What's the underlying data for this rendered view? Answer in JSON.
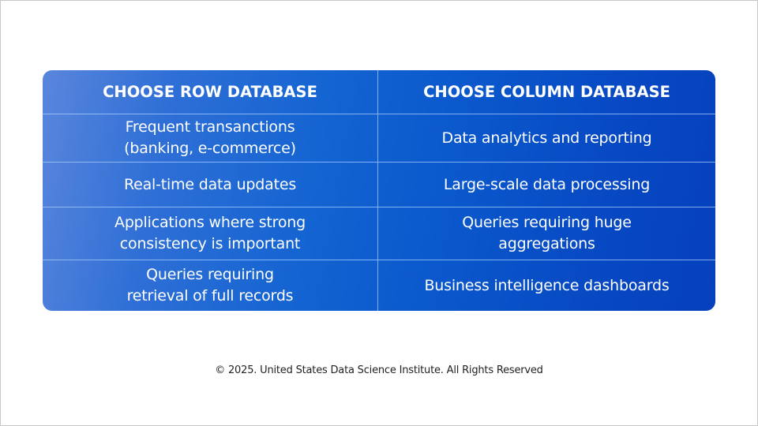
{
  "table": {
    "headers": [
      "CHOOSE ROW DATABASE",
      "CHOOSE COLUMN DATABASE"
    ],
    "rows": [
      {
        "row_database": "Frequent transanctions\n(banking, e-commerce)",
        "column_database": "Data analytics and reporting"
      },
      {
        "row_database": "Real-time data updates",
        "column_database": "Large-scale data processing"
      },
      {
        "row_database": "Applications where strong\nconsistency is important",
        "column_database": "Queries requiring huge\naggregations"
      },
      {
        "row_database": "Queries requiring\nretrieval of full records",
        "column_database": "Business intelligence dashboards"
      }
    ]
  },
  "footer": {
    "copyright": "© 2025. United States Data Science Institute. All Rights Reserved"
  },
  "colors": {
    "table_gradient_start": "#5a86dc",
    "table_gradient_end": "#0640bd",
    "divider": "#aacdff",
    "text": "#ffffff",
    "footer_text": "#222222",
    "page_background": "#ffffff",
    "page_border": "#c8c8c8"
  }
}
